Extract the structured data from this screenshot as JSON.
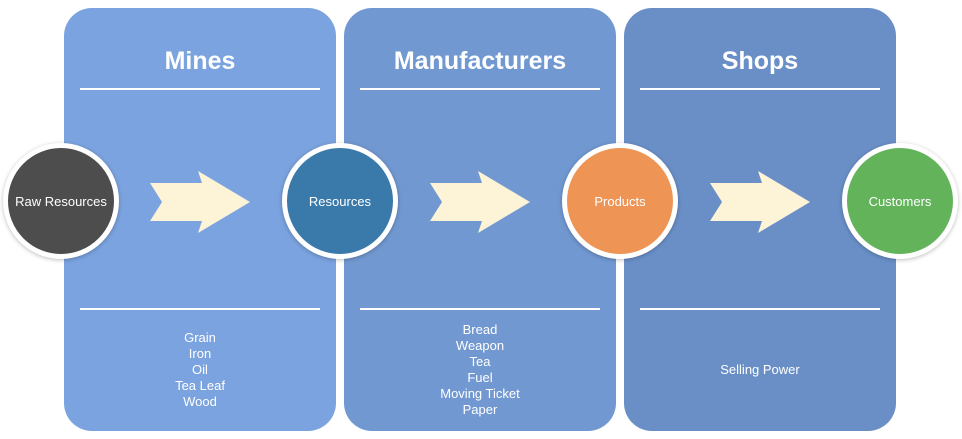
{
  "colors": {
    "panel1": "#7ba3df",
    "panel2": "#7198d1",
    "panel3": "#6a8fc7",
    "raw_resources": "#4d4d4d",
    "resources": "#3a7aab",
    "products": "#ee9455",
    "customers": "#63b35b",
    "arrow": "#fdf3d6"
  },
  "panels": [
    {
      "title": "Mines",
      "items": [
        "Grain",
        "Iron",
        "Oil",
        "Tea Leaf",
        "Wood"
      ]
    },
    {
      "title": "Manufacturers",
      "items": [
        "Bread",
        "Weapon",
        "Tea",
        "Fuel",
        "Moving Ticket",
        "Paper"
      ]
    },
    {
      "title": "Shops",
      "items": [
        "Selling Power"
      ]
    }
  ],
  "nodes": {
    "raw_resources": "Raw Resources",
    "resources": "Resources",
    "products": "Products",
    "customers": "Customers"
  }
}
